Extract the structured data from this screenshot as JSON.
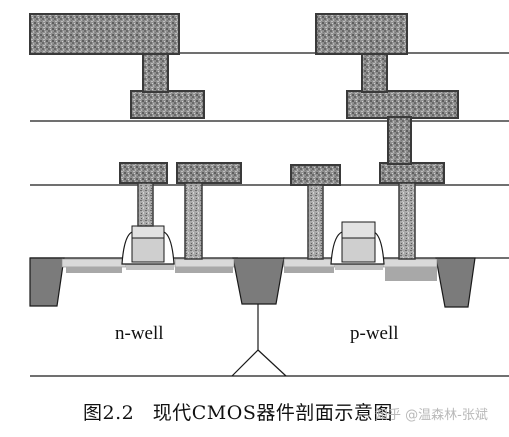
{
  "diagram": {
    "labels": {
      "n_well": "n-well",
      "p_well": "p-well"
    },
    "caption": {
      "figure_number": "图2.2",
      "title": "现代CMOS器件剖面示意图"
    },
    "watermark": "知乎 @温森林-张斌"
  },
  "colors": {
    "metal_border": "#4a4a4a",
    "metal_fill": "#8c8c8c",
    "via_fill": "#9a9a9a",
    "sti_oxide": "#7b7b7b",
    "silicide": "#a8a8a8",
    "gate_poly": "#cfcfcf",
    "gate_silicide": "#9c9c9c",
    "line": "#1a1a1a",
    "spacer": "#ffffff"
  }
}
